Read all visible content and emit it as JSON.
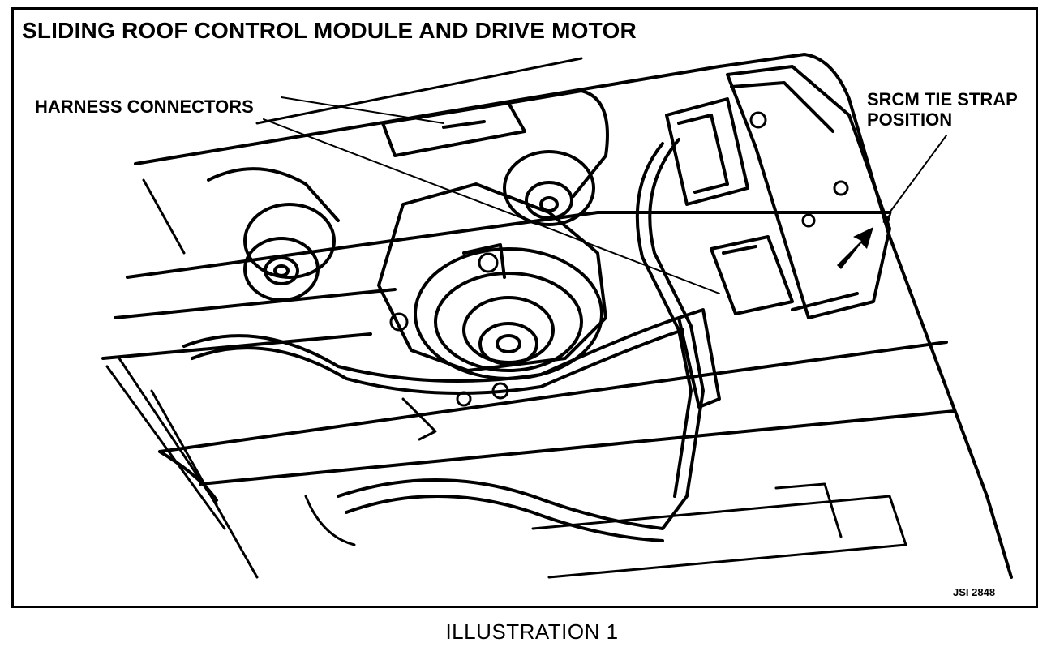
{
  "title": "SLIDING ROOF CONTROL MODULE AND DRIVE MOTOR",
  "labels": {
    "harness_connectors": "HARNESS CONNECTORS",
    "srcm_line1": "SRCM TIE STRAP",
    "srcm_line2": "POSITION"
  },
  "drawing_code": "JSI 2848",
  "caption": "ILLUSTRATION 1"
}
